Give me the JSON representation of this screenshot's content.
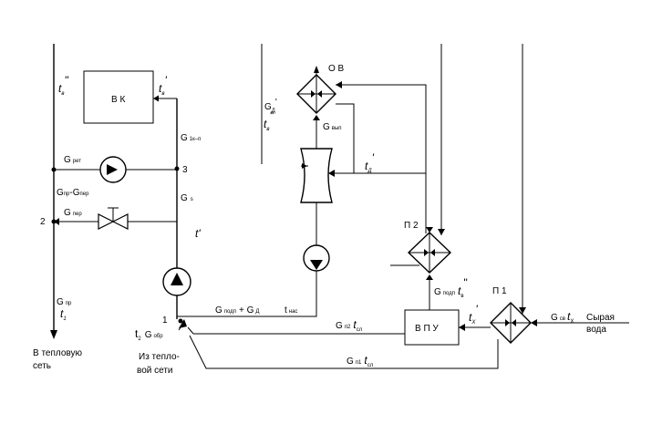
{
  "units": {
    "vk": "В К",
    "ov": "О В",
    "vpu": "В П У",
    "p2": "П 2",
    "p1": "П 1"
  },
  "nodes": {
    "n1": "1",
    "n2": "2",
    "n3": "3"
  },
  "flows": {
    "tv2": "t",
    "tv2_sub": "в",
    "tv2_sup": "\"",
    "tv1": "t",
    "tv1_sub": "в",
    "tv1_sup": "'",
    "g_kn_p": "G",
    "g_kn_p_sub": "1к–п",
    "g_s": "G",
    "g_s_sub": "s",
    "g_ret": "G",
    "g_ret_sub": "рет",
    "g_pr_per": "G",
    "g_pr_per_sub1": "пр",
    "g_pr_per_mid": "-G",
    "g_pr_per_sub2": "пер",
    "g_per": "G",
    "g_per_sub": "пер",
    "t_prime": "t'",
    "g_pr": "G",
    "g_pr_sub": "пр",
    "t1": "t",
    "t1_sub": "1",
    "g_a": "G",
    "g_a_sub": "Д",
    "g_a_sup": "'",
    "t_a2": "t",
    "t_a2_sub": "в",
    "t_a2_sup": "\"",
    "g_vyp": "G",
    "g_vyp_sub": "вып",
    "t_d": "t",
    "t_d_sub": "Д",
    "t_d_sup": "'",
    "g_podp_ga": "G",
    "g_podp_ga_sub": "подп",
    "g_podp_ga_mid": "+ G",
    "g_podp_ga_sub2": "Д",
    "t_nas": "t",
    "t_nas_sub": "нас",
    "g_podp_t": "G",
    "g_podp_t_sub": "подп",
    "g_podp_t2": "t",
    "g_podp_t2_sub": "в",
    "g_podp_t2_sup": "\"",
    "t_x": "t",
    "t_x_sub": "Х",
    "t_x_sup": "'",
    "g_p2": "G",
    "g_p2_sub": "п2",
    "g_p2_t": "t",
    "g_p2_t_sub": "сл",
    "g_p1": "G",
    "g_p1_sub": "п1",
    "g_p1_t": "t",
    "g_p1_t_sub": "сл",
    "g_sv": "G",
    "g_sv_sub": "св",
    "g_sv_t": "t",
    "g_sv_t_sub": "Х",
    "t2_gobr": "t",
    "t2_gobr_sub": "2",
    "t2_gobr_g": "G",
    "t2_gobr_g_sub": "обр"
  },
  "captions": {
    "to_network_1": "В тепловую",
    "to_network_2": "сеть",
    "from_network_1": "Из тепло-",
    "from_network_2": "вой сети",
    "raw_water_1": "Сырая",
    "raw_water_2": "вода"
  }
}
